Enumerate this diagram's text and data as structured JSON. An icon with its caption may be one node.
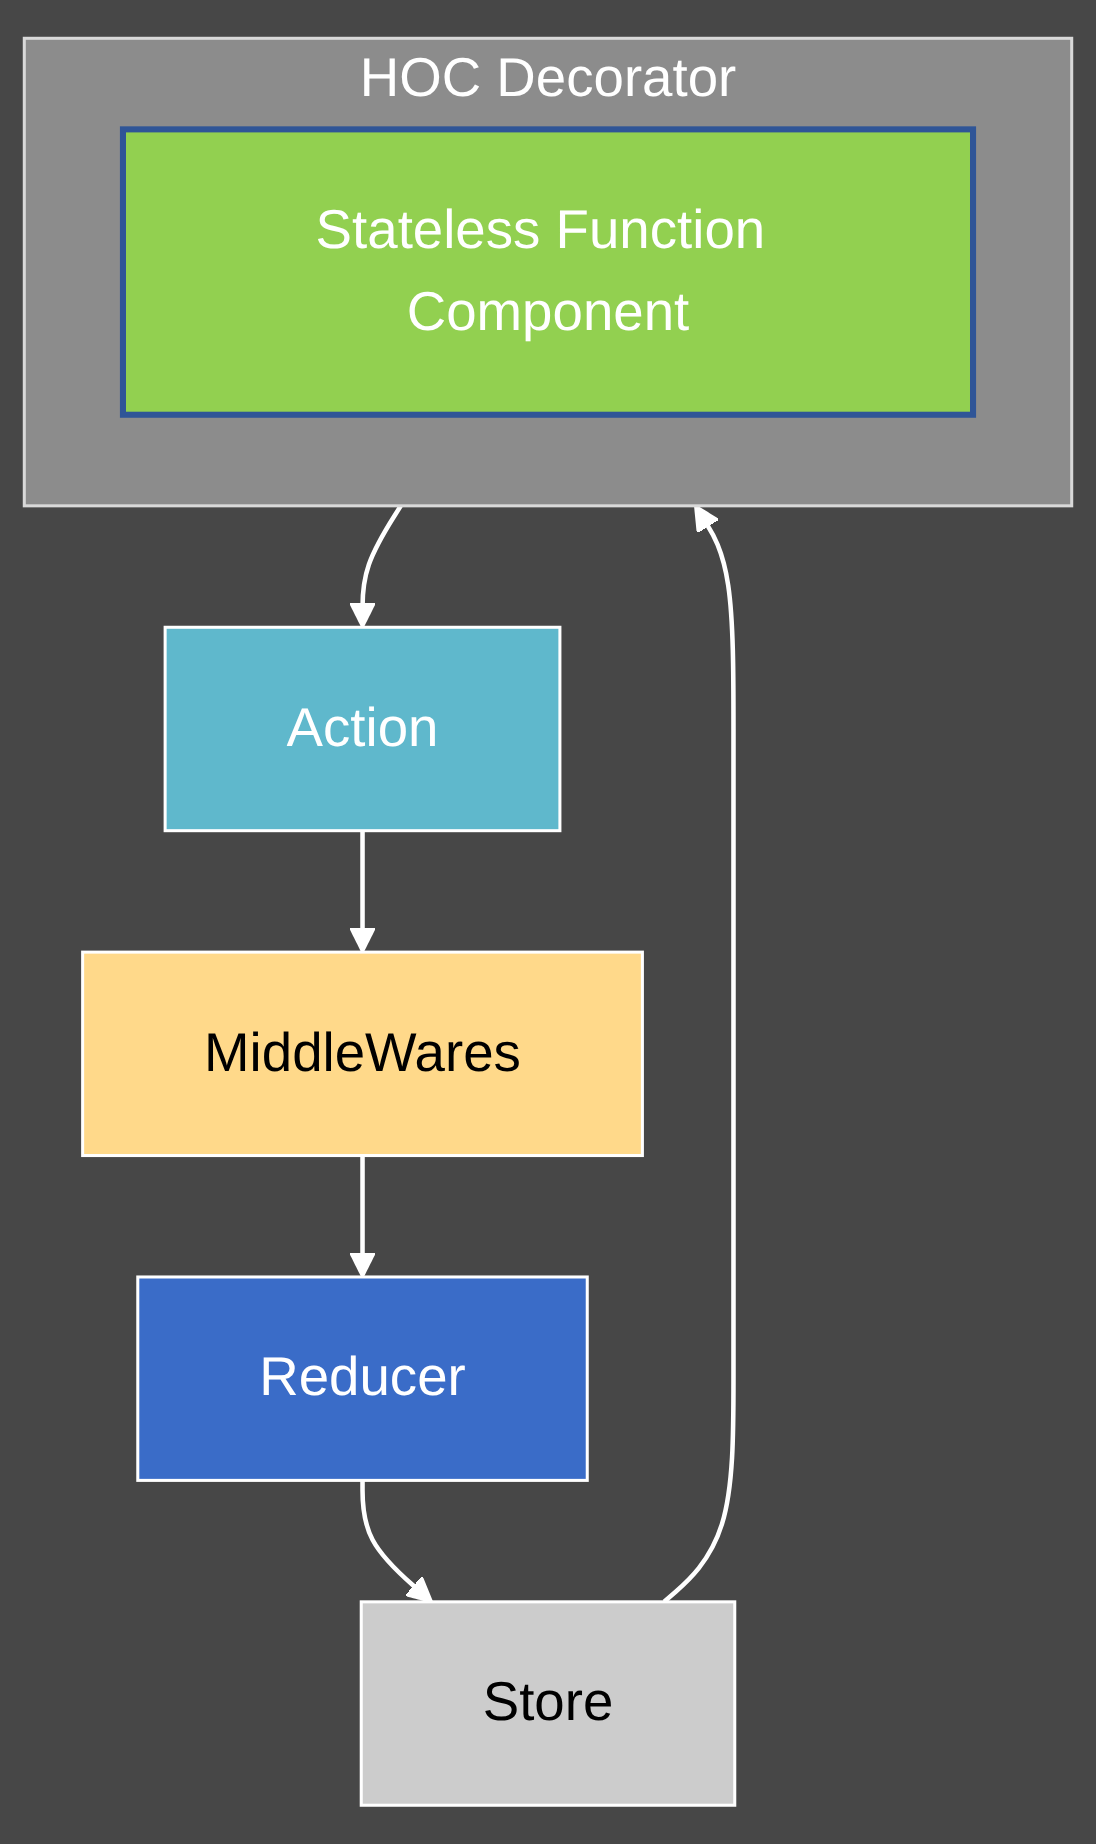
{
  "diagram": {
    "nodes": [
      {
        "text": [
          "HOC Decorator"
        ]
      },
      {
        "text": [
          "Stateless Function Component"
        ],
        "in": 0
      },
      {
        "text": [
          "Action"
        ]
      },
      {
        "text": [
          "MiddleWares"
        ]
      },
      {
        "text": [
          "Reducer"
        ]
      },
      {
        "text": [
          "Store"
        ]
      }
    ],
    "edges": [
      {
        "from": 0,
        "to": 2,
        "arrow": "to"
      },
      {
        "from": 2,
        "to": 3,
        "arrow": "to"
      },
      {
        "from": 3,
        "to": 4,
        "arrow": "to"
      },
      {
        "from": 4,
        "to": 5,
        "arrow": "to"
      },
      {
        "from": 5,
        "to": 0,
        "arrow": "to"
      }
    ]
  }
}
